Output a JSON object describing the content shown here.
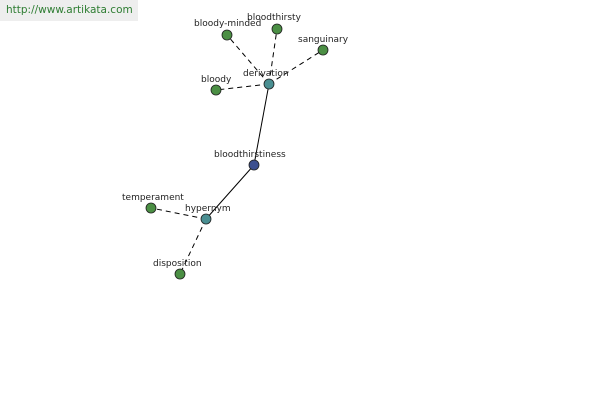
{
  "watermark": "http://www.artikata.com",
  "colors": {
    "center": "#3c4f8f",
    "relation": "#4a8f92",
    "leaf": "#4b8f44",
    "background": "#ffffff"
  },
  "nodes": [
    {
      "id": "bloodthirstiness",
      "label": "bloodthirstiness",
      "kind": "center"
    },
    {
      "id": "derivation",
      "label": "derivation",
      "kind": "relation"
    },
    {
      "id": "hypernym",
      "label": "hypernym",
      "kind": "relation"
    },
    {
      "id": "bloody-minded",
      "label": "bloody-minded",
      "kind": "leaf"
    },
    {
      "id": "bloodthirsty",
      "label": "bloodthirsty",
      "kind": "leaf"
    },
    {
      "id": "sanguinary",
      "label": "sanguinary",
      "kind": "leaf"
    },
    {
      "id": "bloody",
      "label": "bloody",
      "kind": "leaf"
    },
    {
      "id": "temperament",
      "label": "temperament",
      "kind": "leaf"
    },
    {
      "id": "disposition",
      "label": "disposition",
      "kind": "leaf"
    }
  ],
  "edges": [
    {
      "from": "bloodthirstiness",
      "to": "derivation",
      "style": "solid"
    },
    {
      "from": "bloodthirstiness",
      "to": "hypernym",
      "style": "solid"
    },
    {
      "from": "derivation",
      "to": "bloody-minded",
      "style": "dashed"
    },
    {
      "from": "derivation",
      "to": "bloodthirsty",
      "style": "dashed"
    },
    {
      "from": "derivation",
      "to": "sanguinary",
      "style": "dashed"
    },
    {
      "from": "derivation",
      "to": "bloody",
      "style": "dashed"
    },
    {
      "from": "hypernym",
      "to": "temperament",
      "style": "dashed"
    },
    {
      "from": "hypernym",
      "to": "disposition",
      "style": "dashed"
    }
  ]
}
